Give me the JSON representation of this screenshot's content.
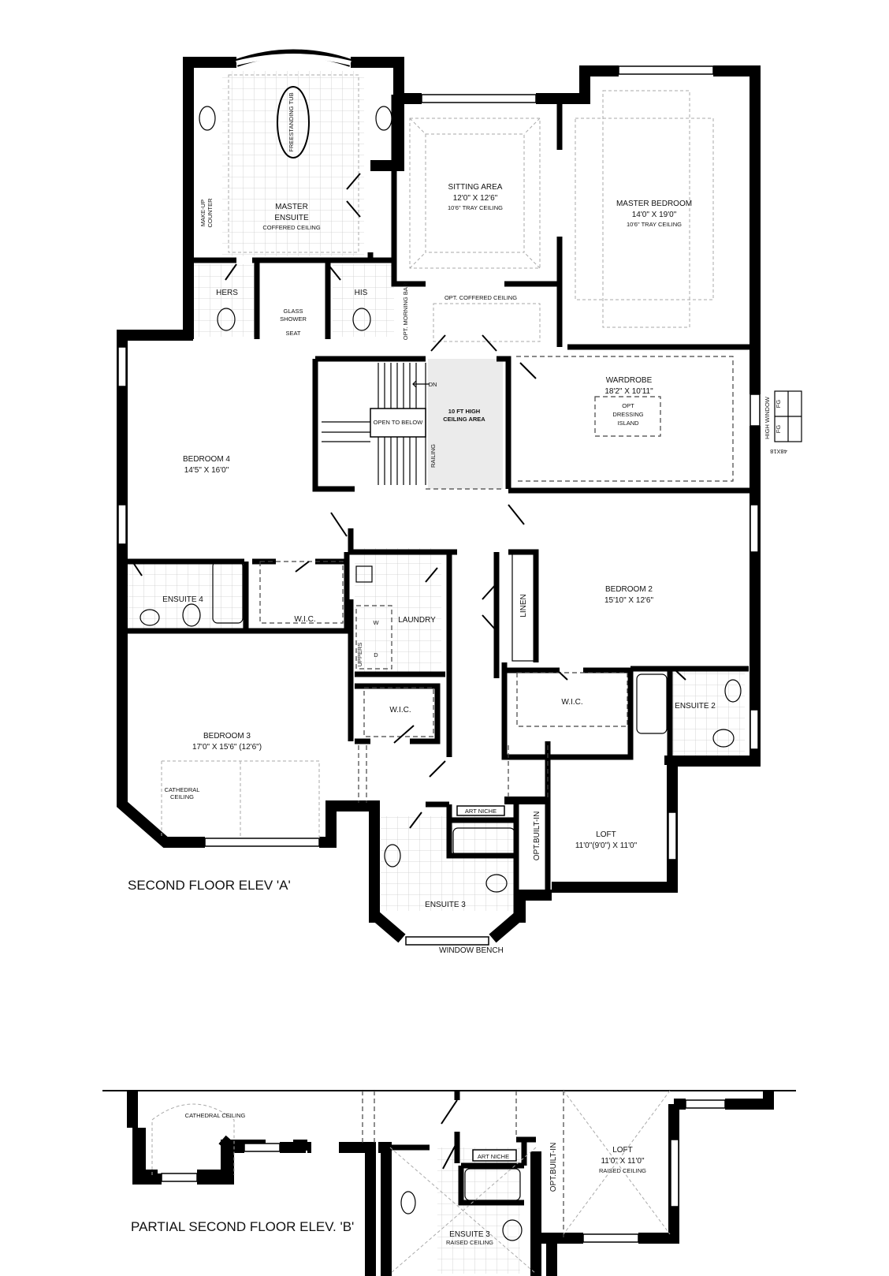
{
  "plan_a": {
    "title": "SECOND FLOOR ELEV 'A'",
    "freestanding_tub": "FREESTANDING TUB",
    "makeup_counter": [
      "MAKE-UP",
      "COUNTER"
    ],
    "master_ensuite": [
      "MASTER",
      "ENSUITE",
      "COFFERED CEILING"
    ],
    "sitting_area": [
      "SITTING AREA",
      "12'0\" X 12'6\"",
      "10'6\" TRAY CEILING"
    ],
    "master_bedroom": [
      "MASTER BEDROOM",
      "14'0\" X 19'0\"",
      "10'6\" TRAY CEILING"
    ],
    "hers": "HERS",
    "his": "HIS",
    "glass_shower": [
      "GLASS",
      "SHOWER"
    ],
    "seat": "SEAT",
    "opt_coffered_ceiling": "OPT. COFFERED CEILING",
    "opt_morning_bar": "OPT. MORNING BAR",
    "dn": "DN",
    "open_to_below": "OPEN TO BELOW",
    "ten_ft_ceiling": [
      "10 FT HIGH",
      "CEILING AREA"
    ],
    "railing": "RAILING",
    "wardrobe": [
      "WARDROBE",
      "18'2\" X 10'11\""
    ],
    "opt_dressing_island": [
      "OPT",
      "DRESSING",
      "ISLAND"
    ],
    "high_window": "HIGH WINDOW",
    "fg": [
      "FG",
      "FG"
    ],
    "fg_size": "48X18",
    "bedroom_4": [
      "BEDROOM 4",
      "14'5\" X 16'0\""
    ],
    "ensuite_4": "ENSUITE 4",
    "wic_bed4": "W.I.C.",
    "laundry": "LAUNDRY",
    "washer": "W",
    "dryer": "D",
    "uppers": "UPPERS",
    "linen": "LINEN",
    "bedroom_2": [
      "BEDROOM 2",
      "15'10\" X 12'6\""
    ],
    "wic_bed2": "W.I.C.",
    "ensuite_2": "ENSUITE 2",
    "wic_bed3": "W.I.C.",
    "bedroom_3": [
      "BEDROOM 3",
      "17'0\" X 15'6\" (12'6\")"
    ],
    "cathedral_ceiling": [
      "CATHEDRAL",
      "CEILING"
    ],
    "art_niche": "ART NICHE",
    "loft": [
      "LOFT",
      "11'0\"(9'0\") X 11'0\""
    ],
    "opt_built_in": "OPT.BUILT-IN",
    "ensuite_3": "ENSUITE 3",
    "window_bench": "WINDOW BENCH"
  },
  "plan_b": {
    "title": "PARTIAL SECOND FLOOR ELEV. 'B'",
    "cathedral_ceiling": "CATHEDRAL CEILING",
    "art_niche": "ART NICHE",
    "loft": [
      "LOFT",
      "11'0\" X 11'0\"",
      "RAISED CEILING"
    ],
    "opt_built_in": "OPT.BUILT-IN",
    "ensuite_3": [
      "ENSUITE 3",
      "RAISED CEILING"
    ]
  },
  "colors": {
    "wall": "#000000",
    "highlight_area": "#ebebeb",
    "tile": "#cccccc"
  }
}
